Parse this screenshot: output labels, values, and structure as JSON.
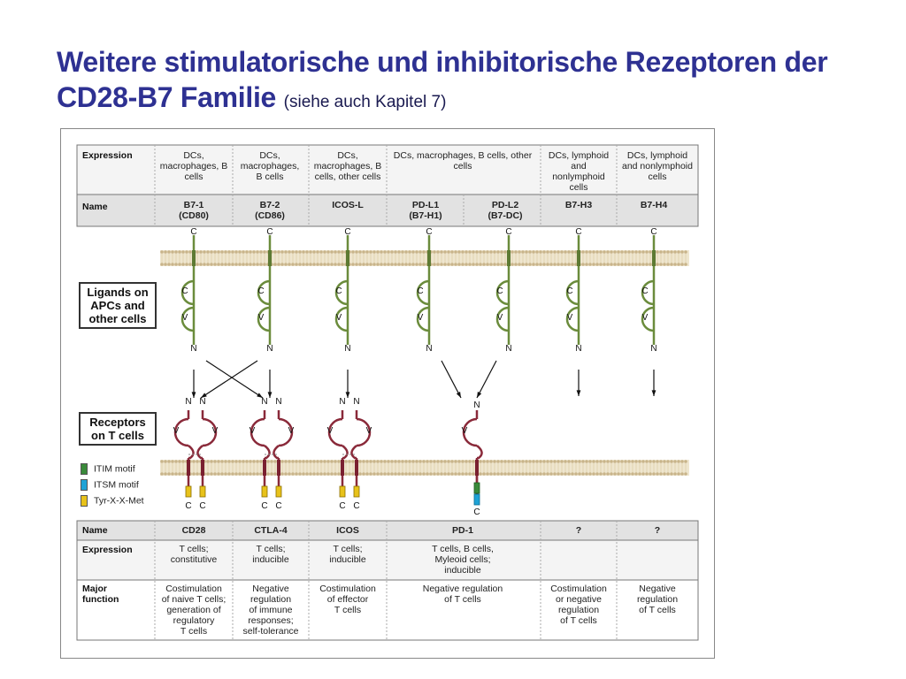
{
  "title": {
    "main": "Weitere stimulatorische und inhibitorische Rezeptoren der CD28-B7 Familie",
    "sub": "(siehe auch Kapitel 7)"
  },
  "top_table": {
    "expression_header": "Expression",
    "name_header": "Name",
    "expression": [
      "DCs, macrophages, B cells",
      "DCs, macrophages, B cells",
      "DCs, macrophages, B cells, other cells",
      "DCs, macrophages, B cells, other cells",
      "DCs, lymphoid and nonlymphoid cells",
      "DCs, lymphoid and nonlymphoid cells"
    ],
    "names": [
      [
        "B7-1",
        "(CD80)"
      ],
      [
        "B7-2",
        "(CD86)"
      ],
      [
        "ICOS-L",
        ""
      ],
      [
        "PD-L1",
        "(B7-H1)"
      ],
      [
        "PD-L2",
        "(B7-DC)"
      ],
      [
        "B7-H3",
        ""
      ],
      [
        "B7-H4",
        ""
      ]
    ]
  },
  "ligand_box": [
    "Ligands on",
    "APCs and",
    "other cells"
  ],
  "receptor_box": [
    "Receptors",
    "on T cells"
  ],
  "domain_labels": {
    "c_term": "C",
    "n_term": "N",
    "c_domain": "C",
    "v_domain": "V"
  },
  "legend": [
    {
      "label": "ITIM motif",
      "color": "#3a8a3a"
    },
    {
      "label": "ITSM motif",
      "color": "#1fa3d6"
    },
    {
      "label": "Tyr-X-X-Met",
      "color": "#e8c21a"
    }
  ],
  "bottom_table": {
    "name_header": "Name",
    "expression_header": "Expression",
    "function_header": [
      "Major",
      "function"
    ],
    "names": [
      "CD28",
      "CTLA-4",
      "ICOS",
      "PD-1",
      "?",
      "?"
    ],
    "expression": [
      [
        "T cells;",
        "constitutive"
      ],
      [
        "T cells;",
        "inducible"
      ],
      [
        "T cells;",
        "inducible"
      ],
      [
        "T cells, B cells,",
        "Myleoid cells;",
        "inducible"
      ],
      [],
      []
    ],
    "function": [
      [
        "Costimulation",
        "of naive T cells;",
        "generation of",
        "regulatory",
        "T cells"
      ],
      [
        "Negative",
        "regulation",
        "of immune",
        "responses;",
        "self-tolerance"
      ],
      [
        "Costimulation",
        "of effector",
        "T cells"
      ],
      [
        "Negative regulation",
        "of T cells"
      ],
      [
        "Costimulation",
        "or negative",
        "regulation",
        "of T cells"
      ],
      [
        "Negative",
        "regulation",
        "of T cells"
      ]
    ]
  },
  "colors": {
    "title": "#2e3192",
    "ligand": "#6b8c3c",
    "receptor": "#8a2a3a",
    "membrane": "#c8b48a",
    "table_header": "#e2e2e2"
  }
}
